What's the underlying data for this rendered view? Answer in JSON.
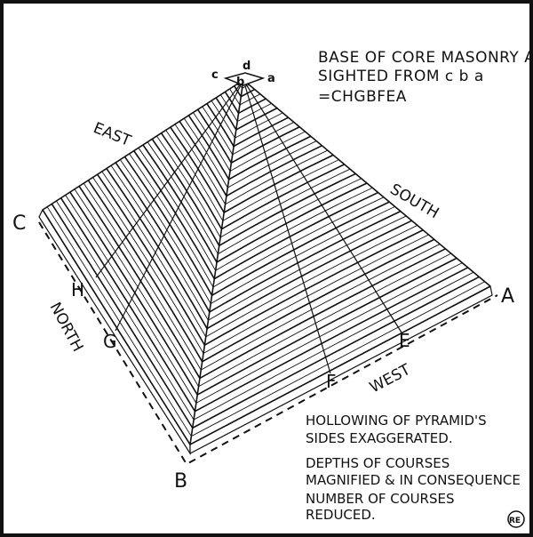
{
  "header": {
    "line1": "BASE OF CORE MASONRY AS",
    "line2": "SIGHTED FROM c b a",
    "line3": "=CHGBFEA"
  },
  "apex_labels": {
    "a": "a",
    "b": "b",
    "c": "c",
    "d": "d"
  },
  "corners": {
    "A": "A",
    "B": "B",
    "C": "C"
  },
  "points": {
    "E": "E",
    "F": "F",
    "G": "G",
    "H": "H"
  },
  "sides": {
    "east": "EAST",
    "south": "SOUTH",
    "north": "NORTH",
    "west": "WEST"
  },
  "notes": {
    "line1": "HOLLOWING OF PYRAMID'S",
    "line2": "SIDES EXAGGERATED.",
    "line3": "DEPTHS OF COURSES",
    "line4": "MAGNIFIED & IN CONSEQUENCE",
    "line5": "NUMBER OF COURSES",
    "line6": "REDUCED."
  },
  "monogram": "RE",
  "colors": {
    "ink": "#111111",
    "paper": "#ffffff"
  }
}
